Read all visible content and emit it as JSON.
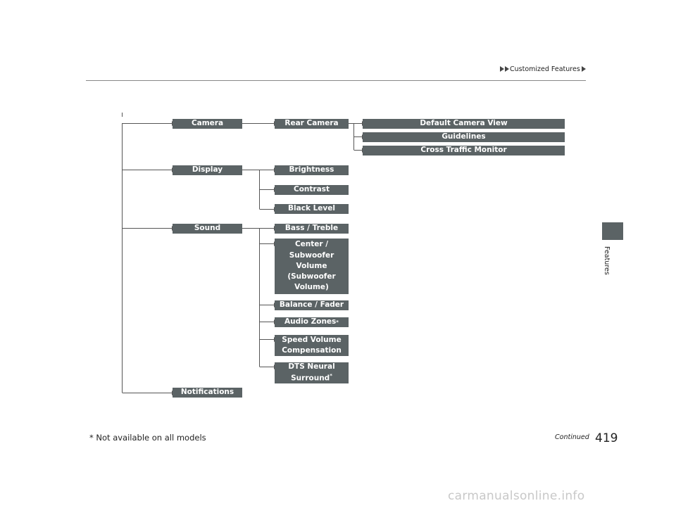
{
  "header": {
    "breadcrumb": "Customized Features"
  },
  "side_tab": {
    "label": "Features"
  },
  "tree": {
    "level1": {
      "camera": "Camera",
      "display": "Display",
      "sound": "Sound",
      "notifications": "Notifications"
    },
    "camera": {
      "rear_camera": "Rear Camera",
      "default_view": "Default Camera View",
      "guidelines": "Guidelines",
      "cross_traffic": "Cross Traffic Monitor"
    },
    "display": {
      "brightness": "Brightness",
      "contrast": "Contrast",
      "black_level": "Black Level"
    },
    "sound": {
      "bass_treble": "Bass / Treble",
      "center_sub_1": "Center /",
      "center_sub_2": "Subwoofer",
      "center_sub_3": "Volume",
      "center_sub_4": "(Subwoofer",
      "center_sub_5": "Volume)",
      "balance_fader": "Balance / Fader",
      "audio_zones": "Audio Zones",
      "speed_vol_1": "Speed Volume",
      "speed_vol_2": "Compensation",
      "dts_1": "DTS Neural",
      "dts_2": "Surround",
      "asterisk": "*"
    }
  },
  "footer": {
    "footnote": "* Not available on all models",
    "continued": "Continued",
    "page_number": "419"
  },
  "watermark": "carmanualsonline.info",
  "colors": {
    "box_bg": "#5b6365",
    "line": "#555555"
  }
}
